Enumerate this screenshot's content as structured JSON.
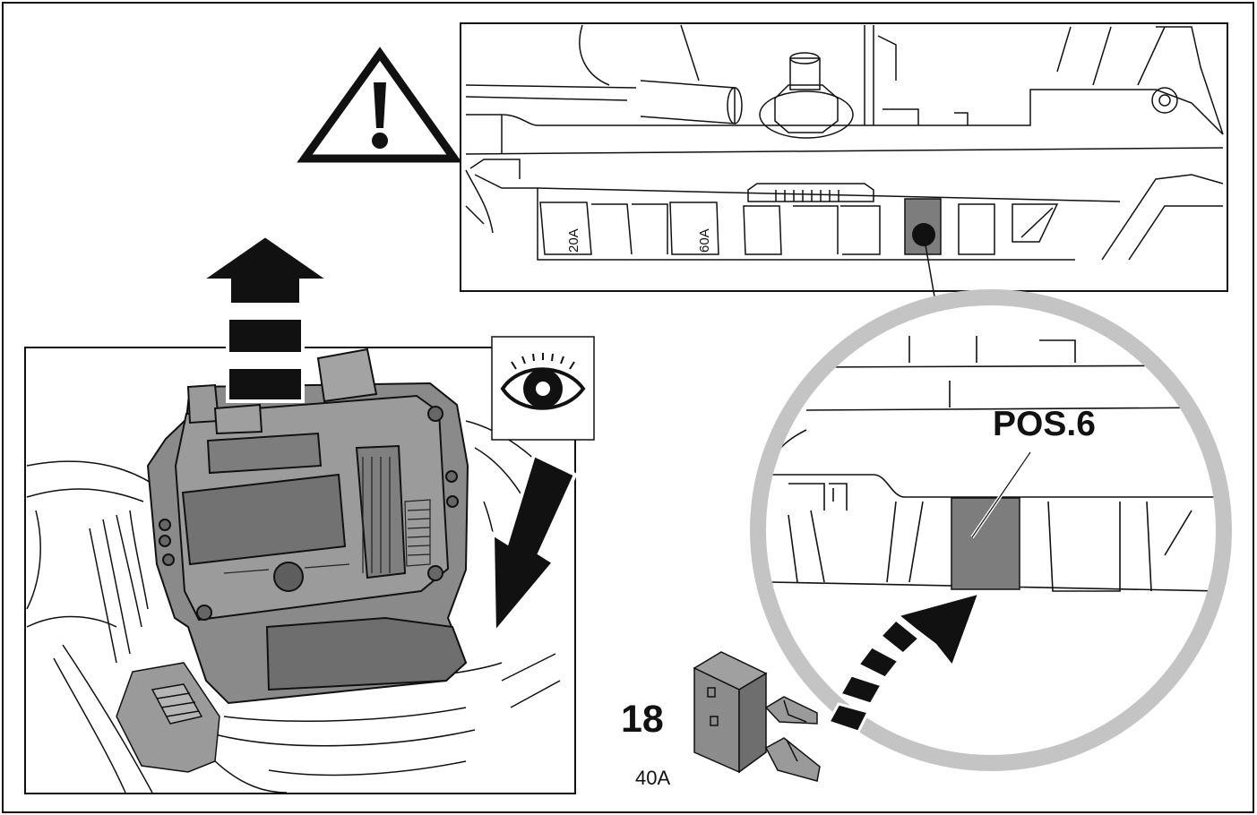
{
  "labels": {
    "position": "POS.6",
    "step_number": "18",
    "fuse_rating": "40A",
    "fuse_a": "20A",
    "fuse_b": "60A"
  },
  "icons": {
    "warning": "warning-triangle-icon",
    "inspect": "eye-icon",
    "lift": "up-arrow-icon",
    "insert": "dashed-curved-arrow-icon",
    "locate": "down-arrow-icon"
  },
  "colors": {
    "ink": "#111111",
    "ecu_body": "#8a8a8a",
    "fuse_highlight": "#7d7d7d",
    "magnifier_ring": "#c4c4c4",
    "fuse_body": "#8c8c8c"
  }
}
